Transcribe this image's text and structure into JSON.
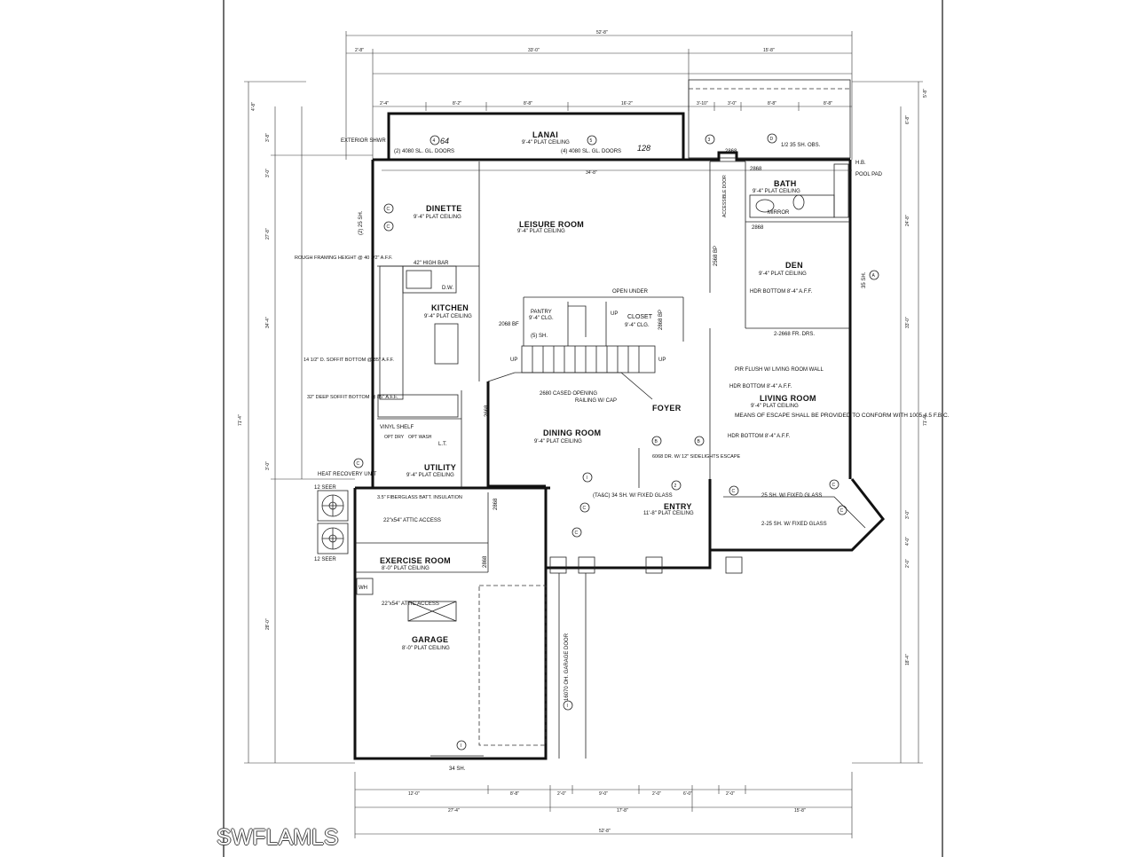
{
  "rooms": {
    "lanai": {
      "name": "LANAI",
      "ceiling": "9'-4\" PLAT CEILING"
    },
    "dinette": {
      "name": "DINETTE",
      "ceiling": "9'-4\" PLAT CEILING"
    },
    "leisure": {
      "name": "LEISURE ROOM",
      "ceiling": "9'-4\" PLAT CEILING"
    },
    "kitchen": {
      "name": "KITCHEN",
      "ceiling": "9'-4\" PLAT CEILING"
    },
    "bath": {
      "name": "BATH",
      "ceiling": "9'-4\" PLAT CEILING"
    },
    "den": {
      "name": "DEN",
      "ceiling": "9'-4\" PLAT CEILING"
    },
    "pantry": {
      "name": "PANTRY",
      "ceiling": "9'-4\" CLG."
    },
    "closet": {
      "name": "CLOSET",
      "ceiling": "9'-4\" CLG."
    },
    "foyer": {
      "name": "FOYER"
    },
    "living": {
      "name": "LIVING ROOM",
      "ceiling": "9'-4\" PLAT CEILING"
    },
    "dining": {
      "name": "DINING ROOM",
      "ceiling": "9'-4\" PLAT CEILING"
    },
    "utility": {
      "name": "UTILITY",
      "ceiling": "9'-4\" PLAT CEILING"
    },
    "entry": {
      "name": "ENTRY",
      "ceiling": "11'-8\" PLAT CEILING"
    },
    "exercise": {
      "name": "EXERCISE ROOM",
      "ceiling": "8'-0\" PLAT CEILING"
    },
    "garage": {
      "name": "GARAGE",
      "ceiling": "8'-0\" PLAT CEILING"
    }
  },
  "labels": {
    "exterior_shwr": "EXTERIOR SHWR",
    "doors_left": "(2) 4080 SL. GL. DOORS",
    "doors_right": "(4) 4080 SL. GL. DOORS",
    "doors_left_hand": "64",
    "doors_right_hand": "128",
    "pool_pad": "POOL PAD",
    "hb": "H.B.",
    "rough_framing": "ROUGH FRAMING HEIGHT @ 40 1/2\" A.F.F.",
    "high_bar": "42\" HIGH BAR",
    "dw": "D.W.",
    "soffit_14": "14 1/2\" D. SOFFIT BOTTOM @ 85\" A.F.F.",
    "soffit_32": "32\" DEEP SOFFIT BOTTOM @ 85\" A.F.F.",
    "open_under": "OPEN UNDER",
    "up1": "UP",
    "up2": "UP",
    "up3": "UP",
    "cased_opening": "2680 CASED OPENING",
    "railing": "RAILING W/ CAP",
    "fr_drs": "2-2668 FR. DRS.",
    "hdr_bottom_den": "HDR BOTTOM 8'-4\" A.F.F.",
    "pir_flush": "PIR FLUSH W/ LIVING ROOM WALL",
    "hdr_bottom_living": "HDR BOTTOM 8'-4\" A.F.F.",
    "hdr_bottom_living2": "HDR BOTTOM 8'-4\" A.F.F.",
    "escape_note": "MEANS OF ESCAPE SHALL BE PROVIDED TO CONFORM WITH 1005.4.5 F.B.C.",
    "sidelights": "6068 DR. W/ 12\" SIDELIGHTS ESCAPE",
    "sh_fixed_glass": "25 SH. W/ FIXED GLASS",
    "sh_fixed_glass2": "2-25 SH. W/ FIXED GLASS",
    "sh_fixed_34": "(TA&C) 34 SH. W/ FIXED GLASS",
    "sh_1235": "1/2 35 SH. OBS.",
    "heat_recovery": "HEAT RECOVERY UNIT",
    "seer_top": "12 SEER",
    "seer_bottom": "12 SEER",
    "fiberglass": "3.5\" FIBERGLASS BATT. INSULATION",
    "attic_access": "22\"x54\" ATTIC ACCESS",
    "attic_access2": "22\"x54\" ATTIC ACCESS",
    "garage_door": "16070 OH. GARAGE DOOR",
    "wh": "WH",
    "vinyl_shelf": "VINYL SHELF",
    "opt_dry": "OPT DRY",
    "opt_wash": "OPT WASH",
    "lt": "L.T.",
    "shwr_dims": "34 SH.",
    "pantry_sh": "(5) SH.",
    "sh_2568": "2568 BP",
    "sh_25": "(2) 25 SH.",
    "sh_35": "35 SH.",
    "door_2868a": "2868",
    "door_2868b": "2868",
    "door_2868c": "2868",
    "door_2868d": "2868",
    "door_2868e": "2868",
    "door_2668": "2668",
    "door_2068": "2068 BF",
    "accessible": "ACCESSIBLE DOOR",
    "mirror": "MIRROR",
    "bp_2868": "2868 BP"
  },
  "dimensions": {
    "overall_top": "52'-8\"",
    "overall_bottom": "52'-8\"",
    "top_left": "33'-0\"",
    "top_right": "15'-8\"",
    "bottom_left": "27'-4\"",
    "bottom_mid": "17'-8\"",
    "bottom_right": "15'-8\"",
    "lanai_width": "34'-8\"",
    "left_overall": "71'-4\"",
    "left_main": "34'-4\"",
    "left_garage": "28'-0\"",
    "right_overall": "71'-4\"",
    "right_main": "33'-0\"",
    "right_lower": "18'-4\""
  },
  "markers": [
    "A",
    "B",
    "C",
    "D",
    "I",
    "2",
    "3",
    "4",
    "5"
  ],
  "watermark": "SWFLAMLS",
  "colors": {
    "ink": "#111111",
    "paper": "#ffffff"
  }
}
